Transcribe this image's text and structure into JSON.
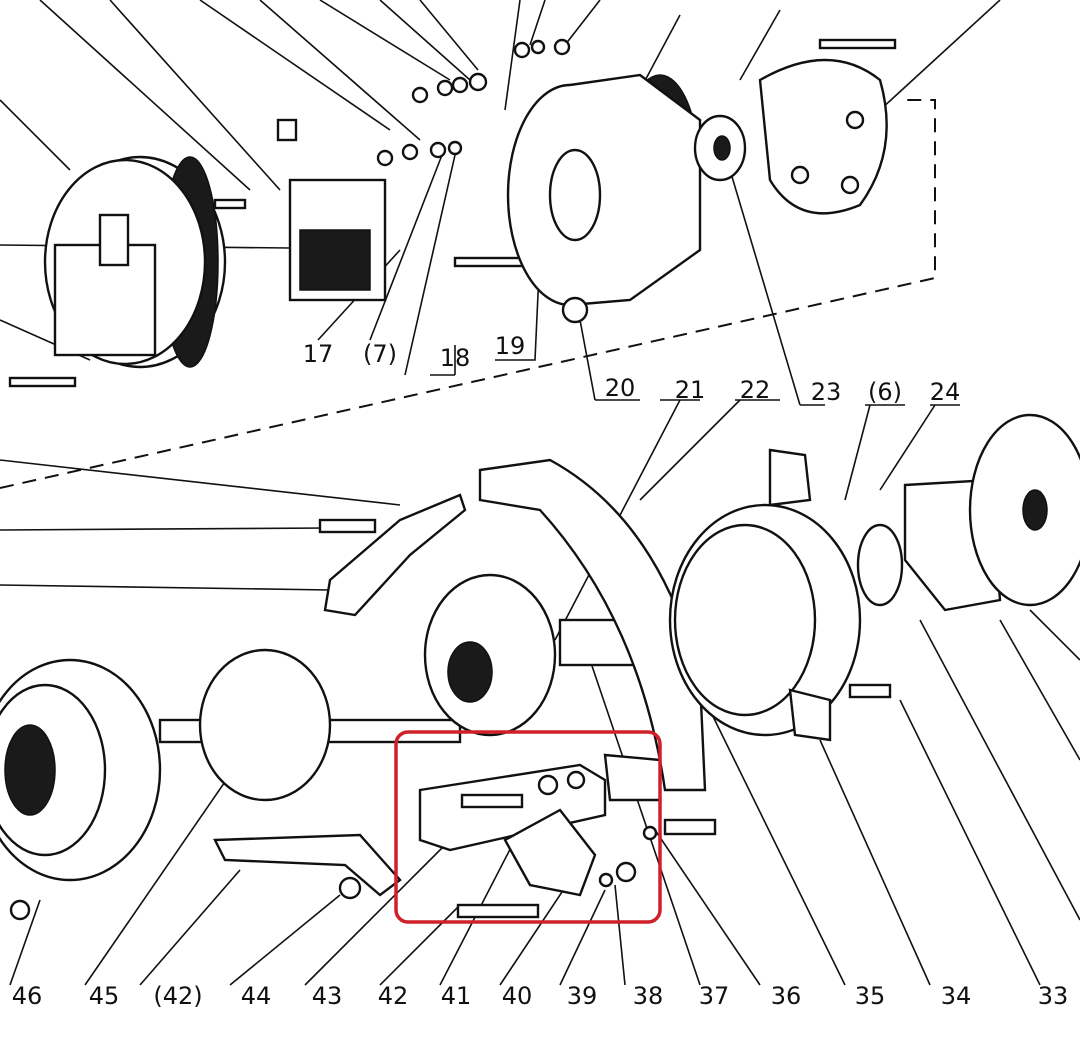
{
  "diagram": {
    "type": "exploded-parts-diagram",
    "highlight_color": "#d0202a",
    "line_color": "#111111",
    "top_labels": [
      "17",
      "(7)",
      "18",
      "19",
      "20",
      "21",
      "22",
      "23",
      "(6)",
      "24"
    ],
    "bottom_labels": [
      "46",
      "45",
      "(42)",
      "44",
      "43",
      "42",
      "41",
      "40",
      "39",
      "38",
      "37",
      "36",
      "35",
      "34",
      "33"
    ],
    "highlighted_parts": [
      "38",
      "39",
      "40",
      "41",
      "42",
      "43"
    ]
  }
}
